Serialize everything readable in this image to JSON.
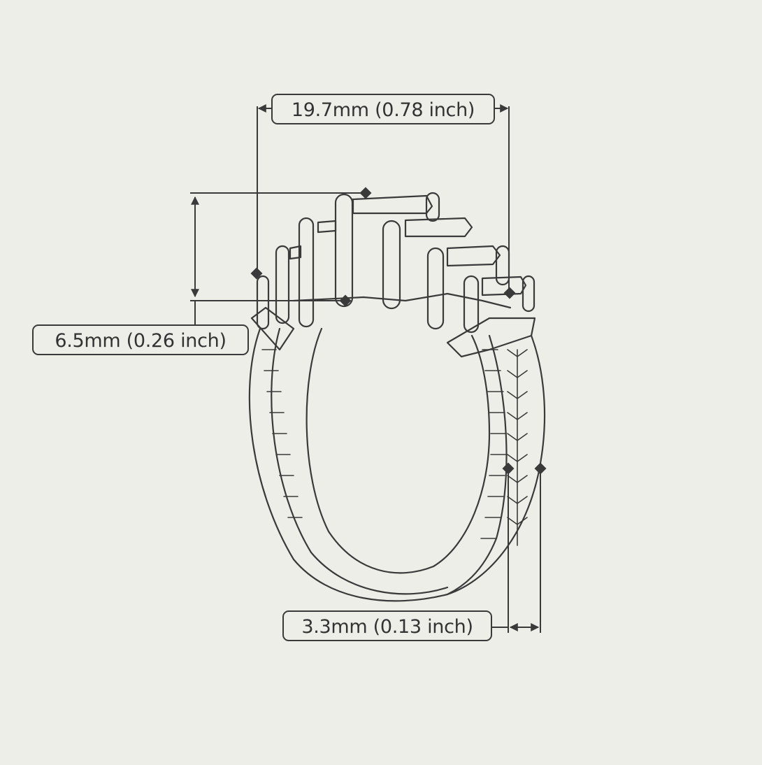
{
  "dimensions": {
    "width": "19.7mm (0.78 inch)",
    "height": "6.5mm (0.26 inch)",
    "band": "3.3mm (0.13 inch)"
  },
  "colors": {
    "background": "#eeeee9",
    "line": "#3a3a3a"
  }
}
